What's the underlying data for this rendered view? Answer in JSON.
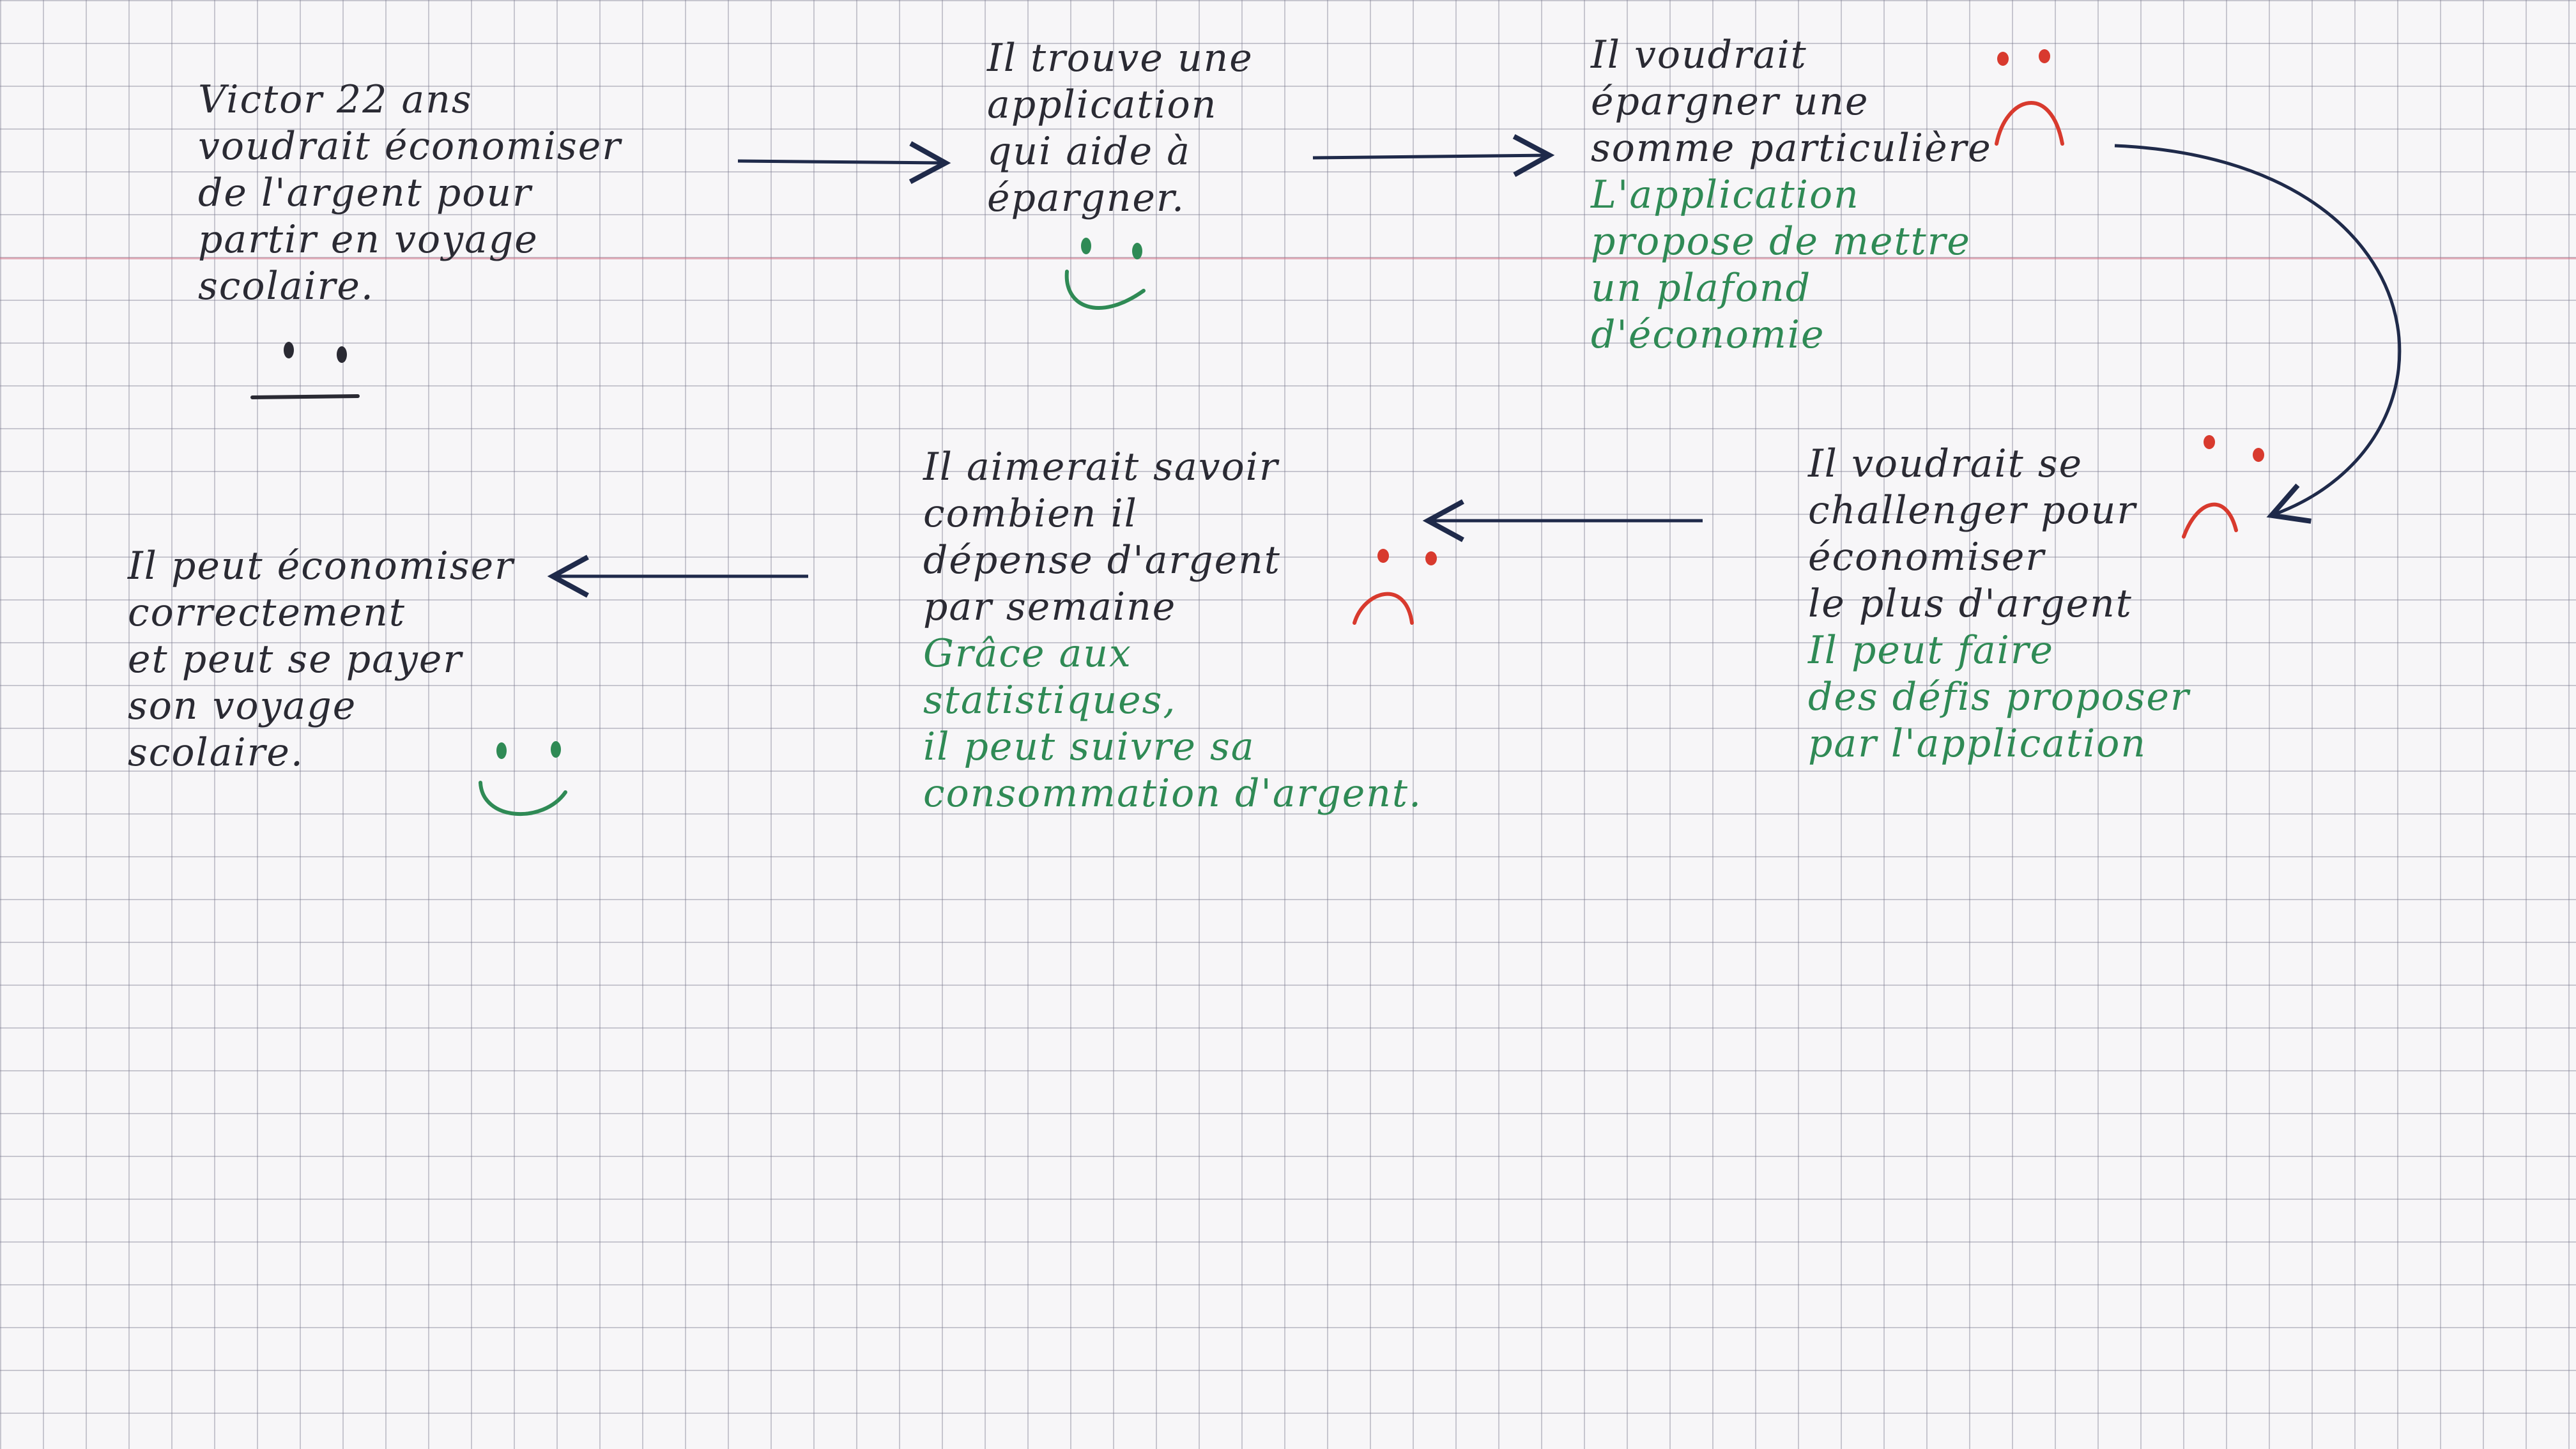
{
  "colors": {
    "black_ink": "#2a2a33",
    "green_ink": "#2f8a55",
    "red_ink": "#d83a2e",
    "arrow_ink": "#1f2a4a",
    "paper": "#f7f6f8",
    "grid": "#8c8ca0",
    "margin_line": "#d6788c"
  },
  "stages": [
    {
      "id": "stage-1",
      "text": [
        "Victor 22 ans",
        "voudrait économiser",
        "de l'argent pour",
        "partir en voyage",
        "scolaire."
      ],
      "annotation": [],
      "emotion": "neutral-face"
    },
    {
      "id": "stage-2",
      "text": [
        "Il trouve une",
        "application",
        "qui aide à",
        "épargner."
      ],
      "annotation": [],
      "emotion": "happy-face"
    },
    {
      "id": "stage-3",
      "text": [
        "Il voudrait",
        "épargner une",
        "somme particulière"
      ],
      "annotation": [
        "L'application",
        "propose de mettre",
        "un plafond",
        "d'économie"
      ],
      "emotion": "sad-face"
    },
    {
      "id": "stage-4",
      "text": [
        "Il voudrait se",
        "challenger pour",
        "économiser",
        "le plus d'argent"
      ],
      "annotation": [
        "Il peut faire",
        "des défis proposer",
        "par l'application"
      ],
      "emotion": "sad-face"
    },
    {
      "id": "stage-5",
      "text": [
        "Il aimerait savoir",
        "combien il",
        "dépense d'argent",
        "par semaine"
      ],
      "annotation": [
        "Grâce aux",
        "statistiques,",
        "il peut suivre sa",
        "consommation d'argent."
      ],
      "emotion": "sad-face"
    },
    {
      "id": "stage-6",
      "text": [
        "Il peut économiser",
        "correctement",
        "et peut se payer",
        "son voyage",
        "scolaire."
      ],
      "annotation": [],
      "emotion": "happy-face"
    }
  ]
}
